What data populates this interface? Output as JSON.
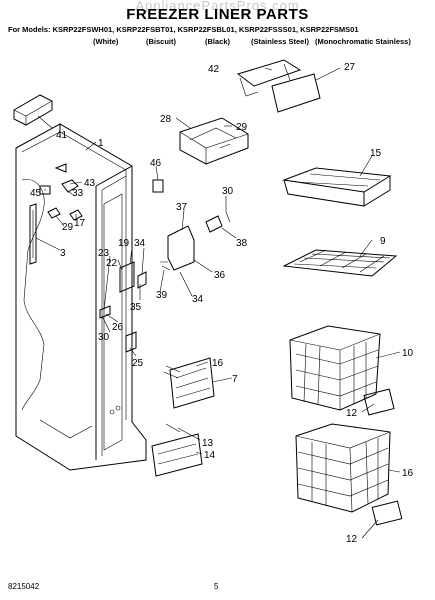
{
  "header": {
    "watermark": "AppliancePartsPros.com",
    "title": "FREEZER LINER PARTS",
    "models_line": "For Models: KSRP22FSWH01, KSRP22FSBT01, KSRP22FSBL01, KSRP22FSSS01, KSRP22FSMS01",
    "variants": [
      "(White)",
      "(Biscuit)",
      "(Black)",
      "(Stainless Steel)",
      "(Monochromatic Stainless)"
    ]
  },
  "callouts": [
    "1",
    "3",
    "7",
    "9",
    "10",
    "12",
    "12",
    "13",
    "14",
    "15",
    "16",
    "16",
    "17",
    "19",
    "22",
    "23",
    "25",
    "26",
    "27",
    "28",
    "29",
    "29",
    "30",
    "30",
    "33",
    "34",
    "34",
    "35",
    "36",
    "37",
    "38",
    "39",
    "41",
    "42",
    "43",
    "45",
    "46"
  ],
  "footer": {
    "doc_number": "8215042",
    "page_number": "5"
  }
}
